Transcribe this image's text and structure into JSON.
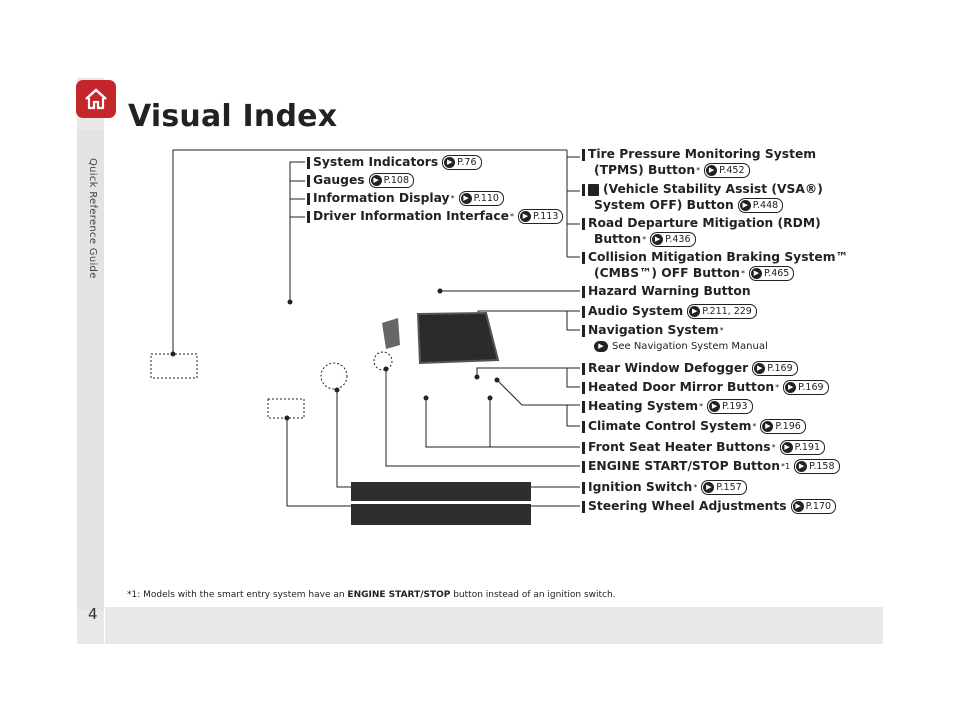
{
  "sidebar": {
    "label": "Quick Reference Guide",
    "home_icon": "home-icon"
  },
  "page": {
    "title": "Visual Index",
    "number": "4"
  },
  "left_labels": [
    {
      "text": "System Indicators",
      "ref": "P.76",
      "star": ""
    },
    {
      "text": "Gauges",
      "ref": "P.108",
      "star": ""
    },
    {
      "text": "Information Display",
      "ref": "P.110",
      "star": "*"
    },
    {
      "text": "Driver Information Interface",
      "ref": "P.113",
      "star": "*"
    }
  ],
  "right_labels": {
    "tpms_line1": "Tire Pressure Monitoring System",
    "tpms_line2": "(TPMS) Button",
    "tpms_ref": "P.452",
    "vsa_line1": "(Vehicle Stability Assist (VSA®)",
    "vsa_line2": "System OFF) Button",
    "vsa_ref": "P.448",
    "rdm_line1": "Road Departure Mitigation (RDM)",
    "rdm_line2": "Button",
    "rdm_ref": "P.436",
    "cmbs_line1": "Collision Mitigation Braking System™",
    "cmbs_line2": "(CMBS™) OFF Button",
    "cmbs_ref": "P.465",
    "hazard": "Hazard Warning Button",
    "audio": "Audio System",
    "audio_ref": "P.211, 229",
    "nav": "Navigation System",
    "nav_sub": "See Navigation System Manual",
    "defogger": "Rear Window Defogger",
    "defogger_ref": "P.169",
    "mirror": "Heated Door Mirror Button",
    "mirror_ref": "P.169",
    "heating": "Heating System",
    "heating_ref": "P.193",
    "climate": "Climate Control System",
    "climate_ref": "P.196",
    "seat": "Front Seat Heater Buttons",
    "seat_ref": "P.191",
    "engine": "ENGINE START/STOP Button",
    "engine_sup": "*1",
    "engine_ref": "P.158",
    "ignition": "Ignition Switch",
    "ignition_ref": "P.157",
    "steering": "Steering Wheel Adjustments",
    "steering_ref": "P.170",
    "star": "*"
  },
  "footnote": {
    "prefix": "*1: Models with the smart entry system have an ",
    "bold": "ENGINE START/STOP",
    "suffix": " button instead of an ignition switch."
  }
}
